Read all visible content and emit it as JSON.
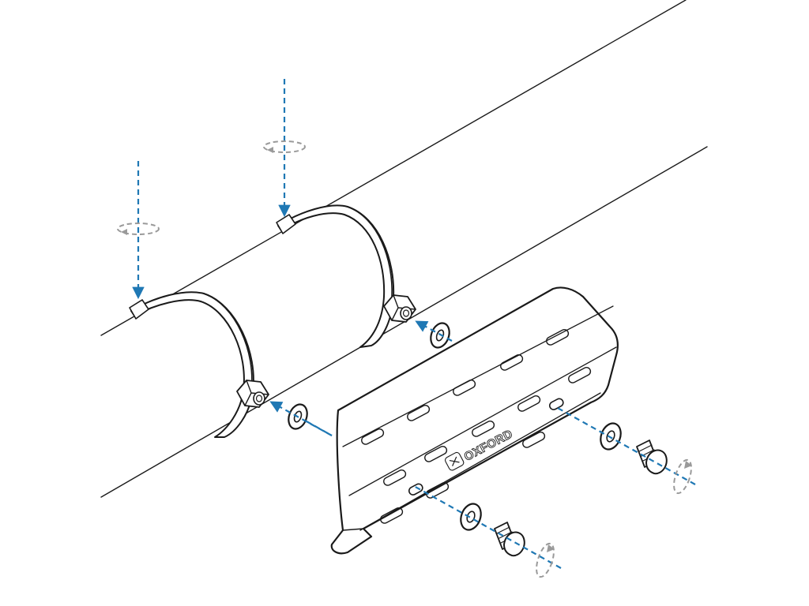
{
  "diagram": {
    "brand_logo": "OXFORD",
    "colors": {
      "outline": "#1a1a1a",
      "guide_arrow": "#1f78b4",
      "rotation_hint": "#9a9a9a",
      "background": "#ffffff"
    },
    "parts": [
      {
        "name": "exhaust-pipe"
      },
      {
        "name": "hose-clamp",
        "count": 2
      },
      {
        "name": "heat-shield-plate",
        "count": 1
      },
      {
        "name": "washer",
        "count": 4
      },
      {
        "name": "button-head-bolt",
        "count": 2
      }
    ]
  }
}
